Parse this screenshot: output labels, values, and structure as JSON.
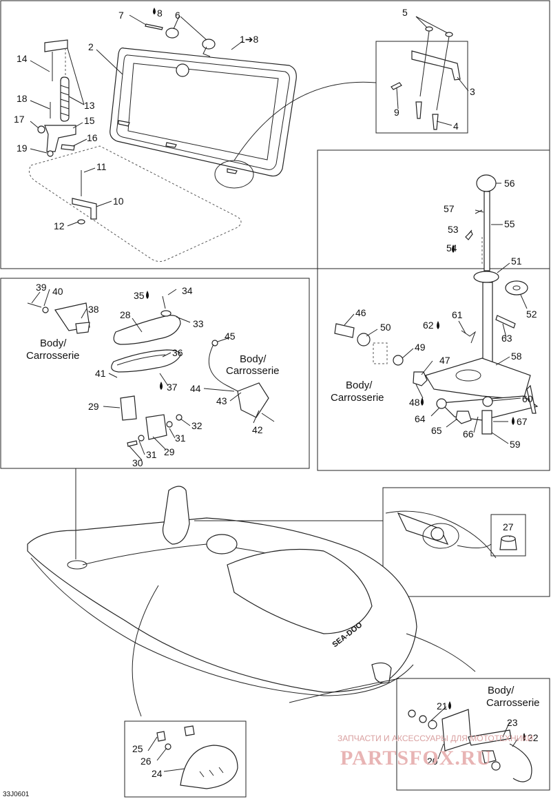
{
  "labels": {
    "p1": "1➔8",
    "p2": "2",
    "p3": "3",
    "p4": "4",
    "p5": "5",
    "p6": "6",
    "p7": "7",
    "p8": "8",
    "p9": "9",
    "p10": "10",
    "p11": "11",
    "p12": "12",
    "p13": "13",
    "p14": "14",
    "p15": "15",
    "p16": "16",
    "p17": "17",
    "p18": "18",
    "p19": "19",
    "p20": "20",
    "p21": "21",
    "p22": "22",
    "p23": "23",
    "p24": "24",
    "p25": "25",
    "p26": "26",
    "p27": "27",
    "p28": "28",
    "p29a": "29",
    "p29b": "29",
    "p30": "30",
    "p31a": "31",
    "p31b": "31",
    "p32": "32",
    "p33": "33",
    "p34": "34",
    "p35": "35",
    "p36": "36",
    "p37": "37",
    "p38": "38",
    "p39": "39",
    "p40": "40",
    "p41": "41",
    "p42": "42",
    "p43": "43",
    "p44": "44",
    "p45": "45",
    "p46": "46",
    "p47": "47",
    "p48": "48",
    "p49": "49",
    "p50": "50",
    "p51": "51",
    "p52": "52",
    "p53": "53",
    "p54": "54",
    "p55": "55",
    "p56": "56",
    "p57": "57",
    "p58": "58",
    "p59": "59",
    "p60": "60",
    "p61": "61",
    "p62": "62",
    "p63": "63",
    "p64": "64",
    "p65": "65",
    "p66": "66",
    "p67": "67"
  },
  "body_text": {
    "line1": "Body/",
    "line2": "Carrosserie"
  },
  "diagram_code": "33J0601",
  "watermark": {
    "line1": "ЗАПЧАСТИ И АКСЕССУАРЫ ДЛЯ МОТОТЕХНИКИ",
    "line2": "PARTSFOX.RU"
  },
  "boat_logo": "SEA-DOO"
}
